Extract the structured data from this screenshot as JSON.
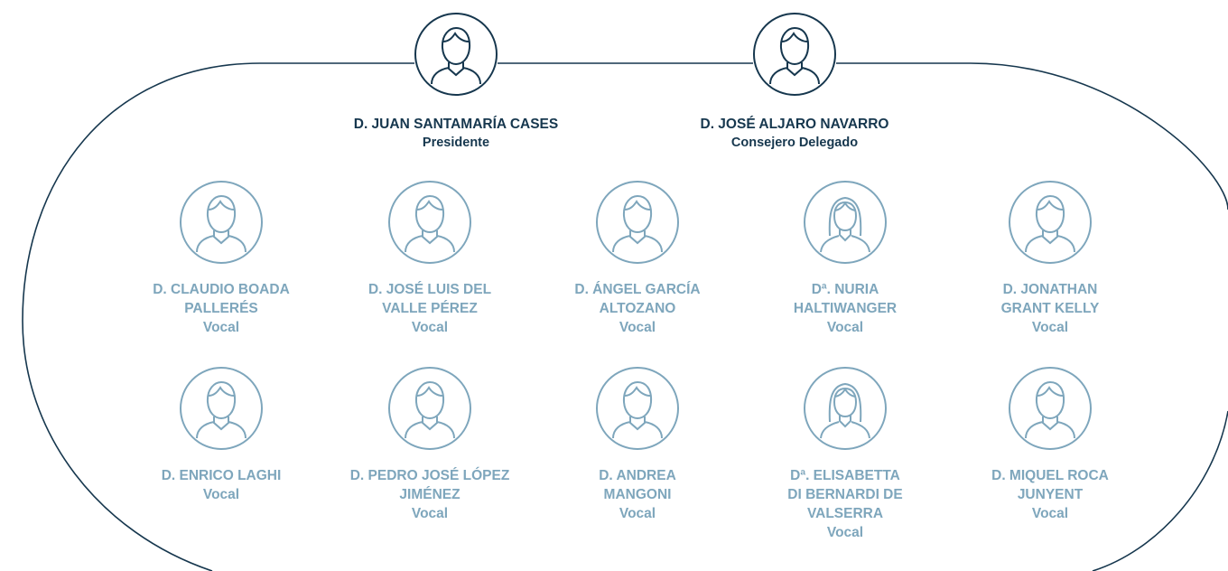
{
  "colors": {
    "dark": "#16374e",
    "light": "#7ea6bc"
  },
  "leaders": [
    {
      "name": "D. JUAN SANTAMARÍA CASES",
      "role": "Presidente",
      "icon": "man-icon"
    },
    {
      "name": "D. JOSÉ ALJARO NAVARRO",
      "role": "Consejero Delegado",
      "icon": "man-icon"
    }
  ],
  "members": [
    {
      "name": "D. CLAUDIO BOADA\nPALLERÉS",
      "role": "Vocal",
      "icon": "man-icon"
    },
    {
      "name": "D. JOSÉ LUIS DEL\nVALLE PÉREZ",
      "role": "Vocal",
      "icon": "man-icon"
    },
    {
      "name": "D. ÁNGEL GARCÍA\nALTOZANO",
      "role": "Vocal",
      "icon": "man-icon"
    },
    {
      "name": "Dª. NURIA\nHALTIWANGER",
      "role": "Vocal",
      "icon": "woman-icon"
    },
    {
      "name": "D. JONATHAN\nGRANT KELLY",
      "role": "Vocal",
      "icon": "man-icon"
    },
    {
      "name": "D. ENRICO LAGHI",
      "role": "Vocal",
      "icon": "man-icon"
    },
    {
      "name": "D. PEDRO JOSÉ LÓPEZ\nJIMÉNEZ",
      "role": "Vocal",
      "icon": "man-icon"
    },
    {
      "name": "D. ANDREA\nMANGONI",
      "role": "Vocal",
      "icon": "man-icon"
    },
    {
      "name": "Dª. ELISABETTA\nDI BERNARDI DE\nVALSERRA",
      "role": "Vocal",
      "icon": "woman-icon"
    },
    {
      "name": "D. MIQUEL ROCA\nJUNYENT",
      "role": "Vocal",
      "icon": "man-icon"
    }
  ]
}
